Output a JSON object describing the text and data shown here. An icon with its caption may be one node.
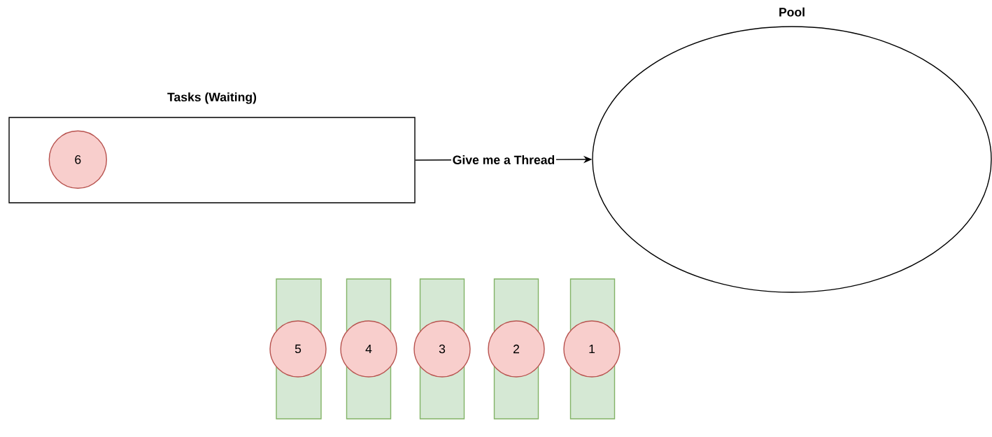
{
  "diagram": {
    "nodes": [
      {
        "text": [
          "Tasks (Waiting)"
        ]
      },
      {
        "text": [
          "6"
        ],
        "in": 0
      },
      {
        "text": [
          "Pool"
        ]
      },
      {
        "text": [],
        "shape": "bar"
      },
      {
        "text": [],
        "shape": "bar"
      },
      {
        "text": [],
        "shape": "bar"
      },
      {
        "text": [],
        "shape": "bar"
      },
      {
        "text": [],
        "shape": "bar"
      },
      {
        "text": [
          "5"
        ]
      },
      {
        "text": [
          "4"
        ]
      },
      {
        "text": [
          "3"
        ]
      },
      {
        "text": [
          "2"
        ]
      },
      {
        "text": [
          "1"
        ]
      }
    ],
    "edges": [
      {
        "from": 0,
        "to": 2,
        "arrow": "to",
        "label": "Give me a Thread"
      }
    ]
  }
}
